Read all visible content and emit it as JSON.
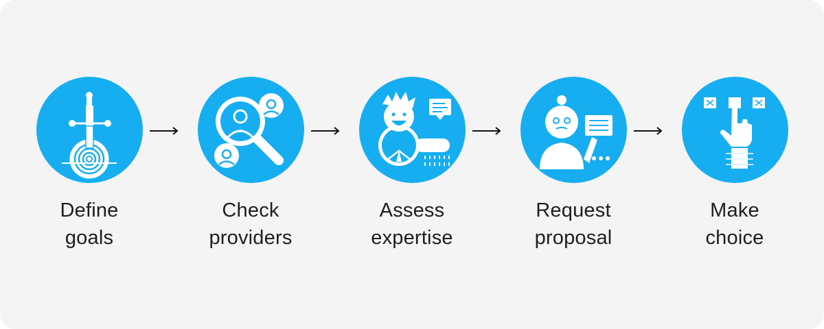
{
  "colors": {
    "circle": "#16aef0",
    "icon": "#ffffff",
    "background": "#f4f4f4",
    "text": "#1e1e1e",
    "arrow": "#111111"
  },
  "steps": [
    {
      "icon": "sword-in-target-icon",
      "label_line1": "Define",
      "label_line2": "goals"
    },
    {
      "icon": "magnifier-people-icon",
      "label_line1": "Check",
      "label_line2": "providers"
    },
    {
      "icon": "person-magnifier-chat-icon",
      "label_line1": "Assess",
      "label_line2": "expertise"
    },
    {
      "icon": "person-presenting-note-icon",
      "label_line1": "Request",
      "label_line2": "proposal"
    },
    {
      "icon": "hand-selecting-box-icon",
      "label_line1": "Make",
      "label_line2": "choice"
    }
  ],
  "connectors": [
    "arrow-right",
    "arrow-right",
    "arrow-right",
    "arrow-right"
  ]
}
